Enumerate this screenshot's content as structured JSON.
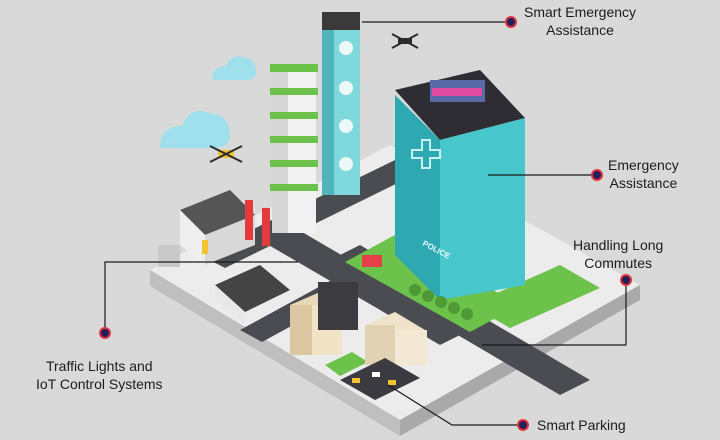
{
  "labels": {
    "smart_emergency_assistance": [
      "Smart Emergency",
      "Assistance"
    ],
    "emergency_assistance": [
      "Emergency",
      "Assistance"
    ],
    "handling_long_commutes": [
      "Handling Long",
      "Commutes"
    ],
    "traffic_lights_iot": [
      "Traffic Lights and",
      "IoT Control Systems"
    ],
    "smart_parking": [
      "Smart Parking"
    ]
  },
  "building_sign": "POLICE",
  "colors": {
    "background": "#d9d9d9",
    "marker_fill": "#1f1f5c",
    "marker_ring": "#e0343a",
    "leader_line": "#1a1a1a",
    "glass": "#3bbfc4",
    "grass": "#6cc24a",
    "road": "#4b4b52"
  }
}
